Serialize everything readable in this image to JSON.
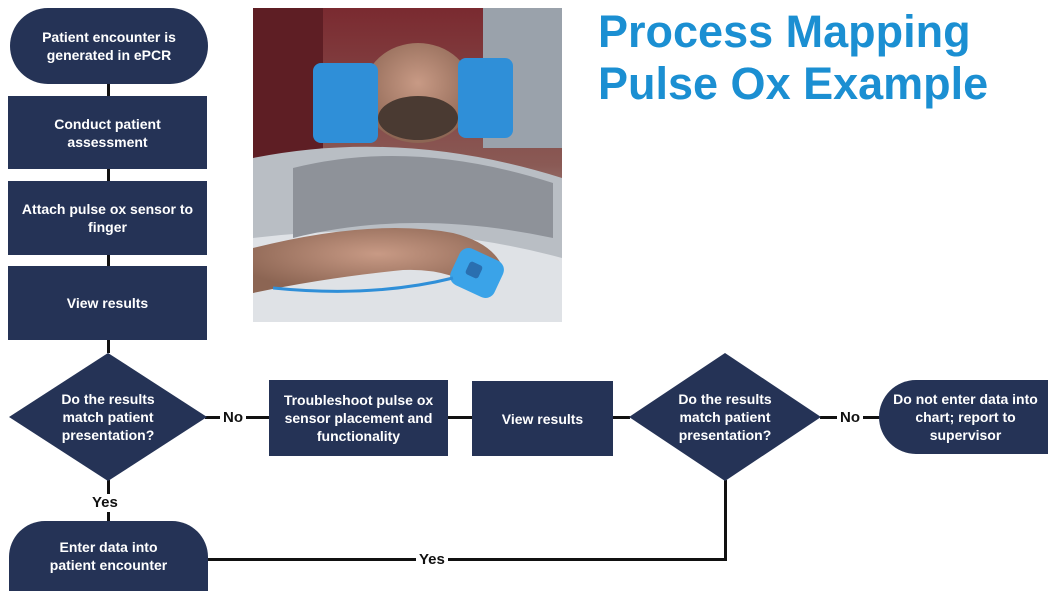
{
  "title": {
    "line1": "Process Mapping",
    "line2": "Pulse Ox Example"
  },
  "nodes": {
    "start": "Patient encounter is generated in ePCR",
    "assess": "Conduct patient assessment",
    "attach": "Attach pulse ox sensor to finger",
    "view1": "View results",
    "decision1": "Do the results match patient presentation?",
    "troubleshoot": "Troubleshoot pulse ox sensor placement and functionality",
    "view2": "View results",
    "decision2": "Do the results match patient presentation?",
    "no_entry": "Do not enter data into chart; report to supervisor",
    "enter": "Enter data into patient encounter"
  },
  "labels": {
    "no1": "No",
    "no2": "No",
    "yes1": "Yes",
    "yes2": "Yes"
  },
  "colors": {
    "node_fill": "#253356",
    "title": "#1b8fd2",
    "connector": "#111111"
  },
  "photo": {
    "description_icon": "patient-with-pulse-oximeter-photo"
  }
}
